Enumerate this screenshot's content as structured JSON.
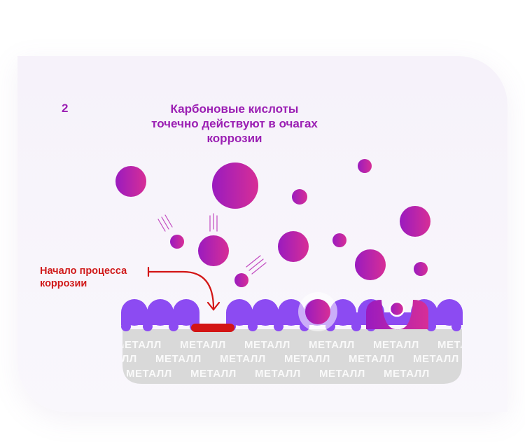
{
  "step_number": "2",
  "title_lines": [
    "Карбоновые кислоты",
    "точечно действуют в очагах",
    "коррозии"
  ],
  "corrosion_label_lines": [
    "Начало процесса",
    "коррозии"
  ],
  "metal_word": "МЕТАЛЛ",
  "colors": {
    "molecule_start": "#9a1bbf",
    "molecule_end": "#d72e96",
    "metal_top": "#8c4bf2",
    "metal_base": "#d9d9d9",
    "corrosion_red": "#d31515",
    "title": "#9b1fb3"
  }
}
